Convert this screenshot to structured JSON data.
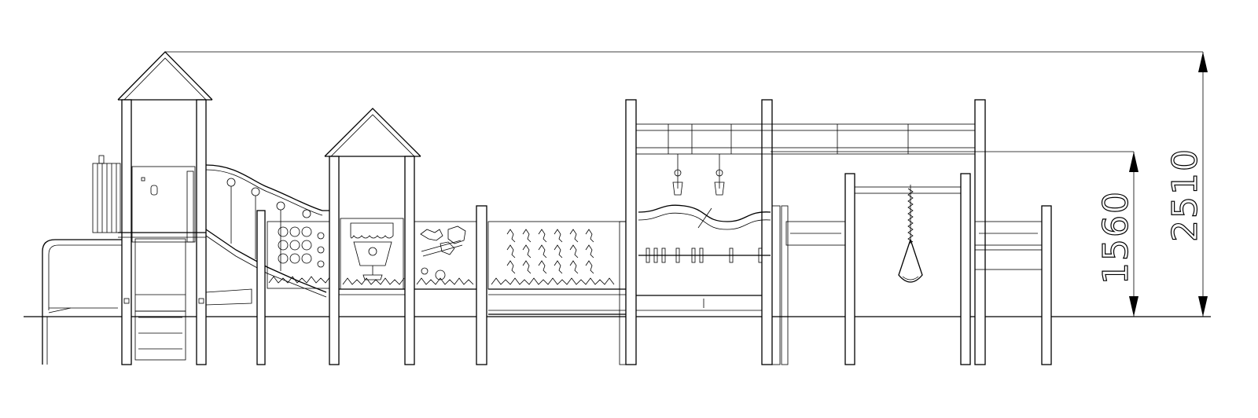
{
  "drawing": {
    "type": "technical-elevation",
    "dimensions": [
      {
        "id": "overall-height",
        "label": "2510"
      },
      {
        "id": "platform-height",
        "label": "1560"
      }
    ],
    "line_color": "#000000",
    "background": "#ffffff"
  }
}
